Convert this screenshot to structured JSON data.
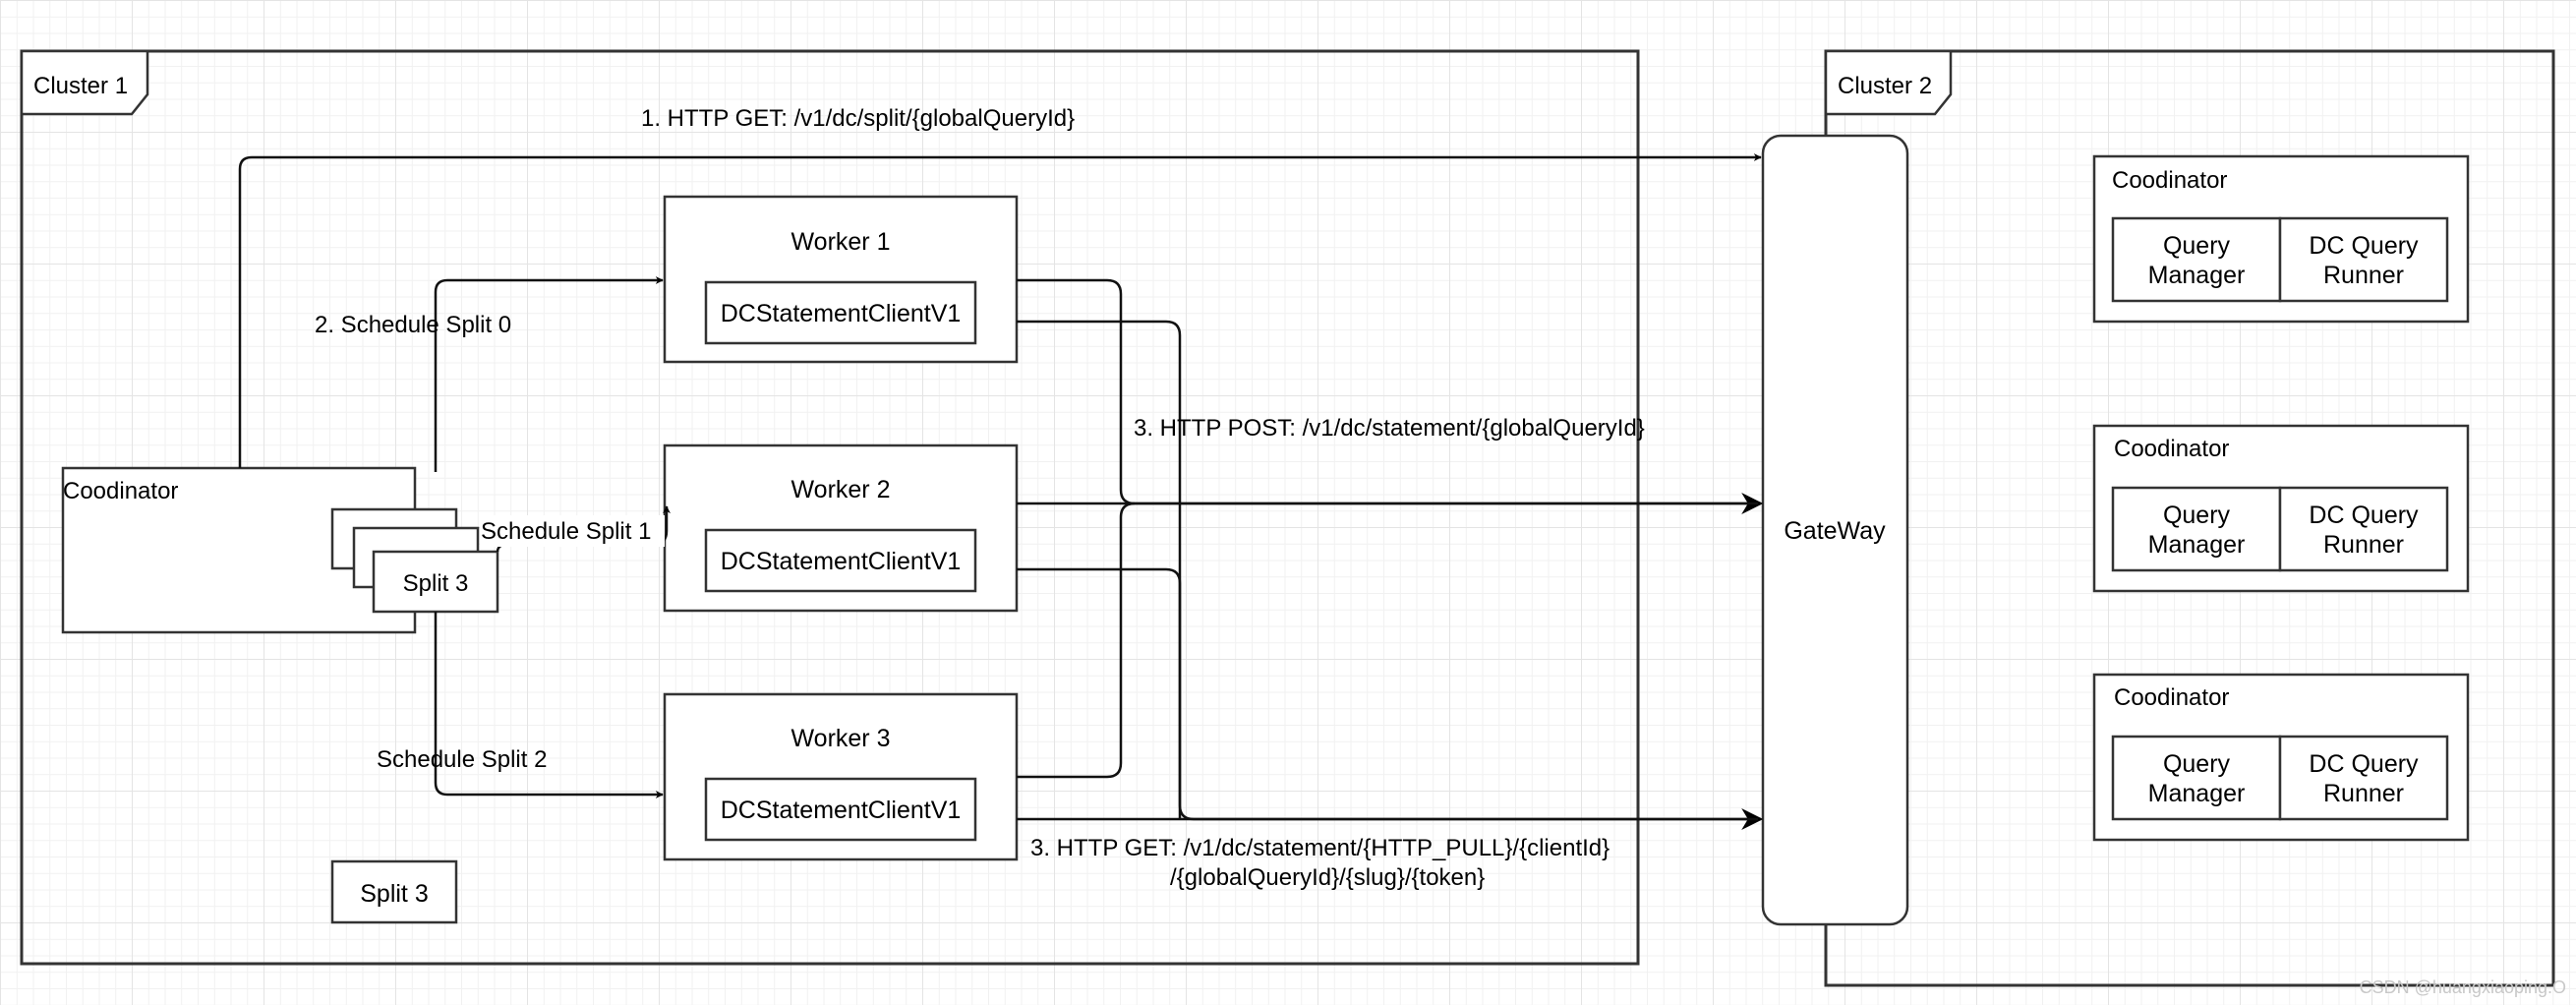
{
  "cluster1": {
    "label": "Cluster 1",
    "coordinator": {
      "label": "Coodinator",
      "split_stack_label": "Split 3"
    },
    "workers": [
      {
        "title": "Worker  1",
        "client": "DCStatementClientV1"
      },
      {
        "title": "Worker  2",
        "client": "DCStatementClientV1"
      },
      {
        "title": "Worker  3",
        "client": "DCStatementClientV1"
      }
    ],
    "pending_split": "Split 3"
  },
  "cluster2": {
    "label": "Cluster 2",
    "coordinators": [
      {
        "label": "Coodinator",
        "manager_line1": "Query",
        "manager_line2": "Manager",
        "runner_line1": "DC Query",
        "runner_line2": "Runner"
      },
      {
        "label": "Coodinator",
        "manager_line1": "Query",
        "manager_line2": "Manager",
        "runner_line1": "DC Query",
        "runner_line2": "Runner"
      },
      {
        "label": "Coodinator",
        "manager_line1": "Query",
        "manager_line2": "Manager",
        "runner_line1": "DC Query",
        "runner_line2": "Runner"
      }
    ]
  },
  "gateway": {
    "label": "GateWay"
  },
  "edges": {
    "http_get_split": "1. HTTP GET: /v1/dc/split/{globalQueryId}",
    "schedule_split_0": "2. Schedule Split 0",
    "schedule_split_1": "Schedule Split 1",
    "schedule_split_2": "Schedule Split 2",
    "http_post_statement": "3. HTTP POST: /v1/dc/statement/{globalQueryId}",
    "http_get_statement_line1": "3. HTTP GET: /v1/dc/statement/{HTTP_PULL}/{clientId}",
    "http_get_statement_line2": "/{globalQueryId}/{slug}/{token}"
  },
  "watermark": "CSDN @huangxiaoping.O"
}
